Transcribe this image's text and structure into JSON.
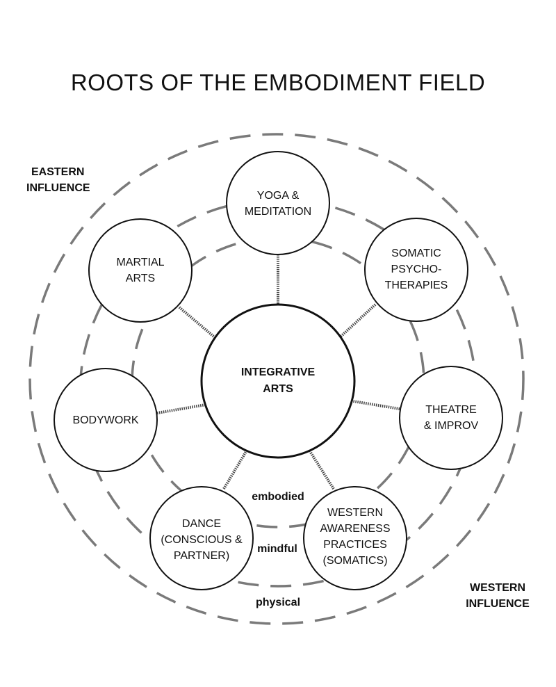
{
  "title": "ROOTS OF THE EMBODIMENT FIELD",
  "center": {
    "lines": [
      "INTEGRATIVE",
      "ARTS"
    ]
  },
  "nodes": [
    {
      "id": "yoga",
      "lines": [
        "YOGA &",
        "MEDITATION"
      ]
    },
    {
      "id": "somatic",
      "lines": [
        "SOMATIC",
        "PSYCHO-",
        "THERAPIES"
      ]
    },
    {
      "id": "theatre",
      "lines": [
        "THEATRE",
        "& IMPROV"
      ]
    },
    {
      "id": "western-awareness",
      "lines": [
        "WESTERN",
        "AWARENESS",
        "PRACTICES",
        "(SOMATICS)"
      ]
    },
    {
      "id": "dance",
      "lines": [
        "DANCE",
        "(CONSCIOUS &",
        "PARTNER)"
      ]
    },
    {
      "id": "bodywork",
      "lines": [
        "BODYWORK"
      ]
    },
    {
      "id": "martial",
      "lines": [
        "MARTIAL",
        "ARTS"
      ]
    }
  ],
  "rings": [
    {
      "id": "embodied",
      "label": "embodied"
    },
    {
      "id": "mindful",
      "label": "mindful"
    },
    {
      "id": "physical",
      "label": "physical"
    }
  ],
  "influences": {
    "eastern": [
      "EASTERN",
      "INFLUENCE"
    ],
    "western": [
      "WESTERN",
      "INFLUENCE"
    ]
  },
  "colors": {
    "stroke": "#111111",
    "dash": "#7a7a7a",
    "background": "#ffffff"
  }
}
